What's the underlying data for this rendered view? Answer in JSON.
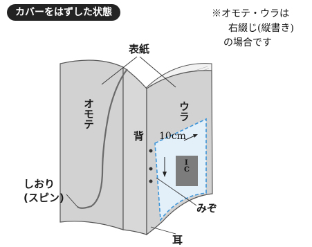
{
  "title": "カバーをはずした状態",
  "note": {
    "line1": "※オモテ・ウラは",
    "line2": "右綴じ(縦書き)",
    "line3": "の場合です"
  },
  "labels": {
    "cover": "表紙",
    "front": "オモテ",
    "spine": "背",
    "back": "ウラ",
    "size": "10cm",
    "bookmark_line1": "しおり",
    "bookmark_line2": "(スピン)",
    "groove": "みぞ",
    "headband": "耳"
  },
  "stamp": {
    "line1": "I",
    "line2": "C"
  },
  "colors": {
    "cover_fill": "#d2d2d2",
    "page_fill": "#f2f2f2",
    "outline": "#555555",
    "dashed_area": "#e3f0fa",
    "dashed_border": "#3e95d8",
    "title_bg": "#232323"
  }
}
